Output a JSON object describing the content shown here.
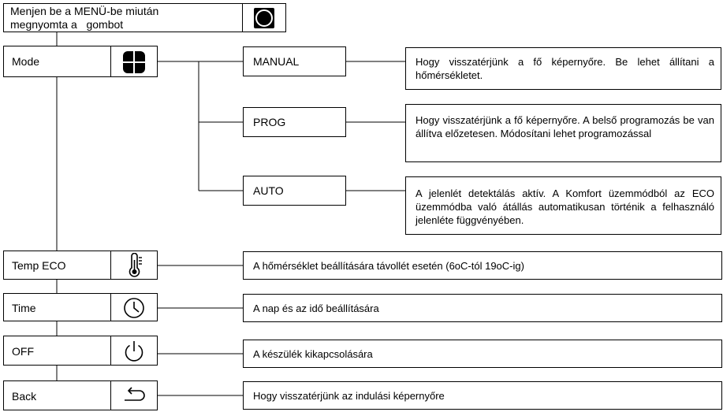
{
  "header": {
    "line1": "Menjen be a MENÜ-be miután",
    "line2": "megnyomta a   gombot",
    "button_icon": "circle-button-icon"
  },
  "mode": {
    "label": "Mode",
    "icon": "four-petal-mode-icon",
    "options": [
      {
        "label": "MANUAL",
        "description": "Hogy visszatérjünk a fő képernyőre. Be lehet állítani a hőmérsékletet."
      },
      {
        "label": "PROG",
        "description": "Hogy visszatérjünk a fő képernyőre. A belső programozás be van állítva előzetesen. Módosítani lehet programozással"
      },
      {
        "label": "AUTO",
        "description": "A jelenlét detektálás aktív. A Komfort üzemmódból az ECO üzemmódba való átállás automatikusan történik a felhasználó jelenléte függvényében."
      }
    ]
  },
  "menu_items": [
    {
      "label": "Temp ECO",
      "icon": "thermometer-icon",
      "description": "A hőmérséklet beállítására távollét esetén (6oC-tól 19oC-ig)"
    },
    {
      "label": "Time",
      "icon": "clock-icon",
      "description": "A nap és az idő beállítására"
    },
    {
      "label": "OFF",
      "icon": "power-icon",
      "description": "A készülék kikapcsolására"
    },
    {
      "label": "Back",
      "icon": "back-arrow-icon",
      "description": "Hogy visszatérjünk az indulási képernyőre"
    }
  ]
}
